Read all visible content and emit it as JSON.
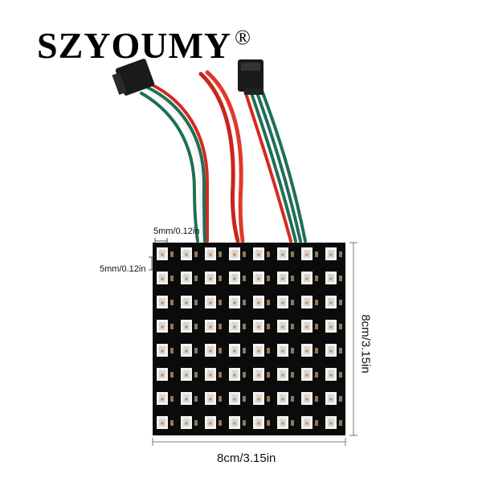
{
  "brand": {
    "name": "SZYOUMY",
    "mark": "®"
  },
  "dimensions": {
    "pitch_horizontal": "5mm/0.12in",
    "pitch_vertical": "5mm/0.12in",
    "height": "8cm/3.15in",
    "width": "8cm/3.15in"
  },
  "panel": {
    "rows": 8,
    "cols": 8,
    "board_color": "#0b0b0b",
    "led_color": "#f2f2f2"
  },
  "colors": {
    "wire_red": "#d42a1f",
    "wire_green": "#1f6f58",
    "wire_white": "#f4f4f4",
    "connector": "#1a1a1a"
  }
}
